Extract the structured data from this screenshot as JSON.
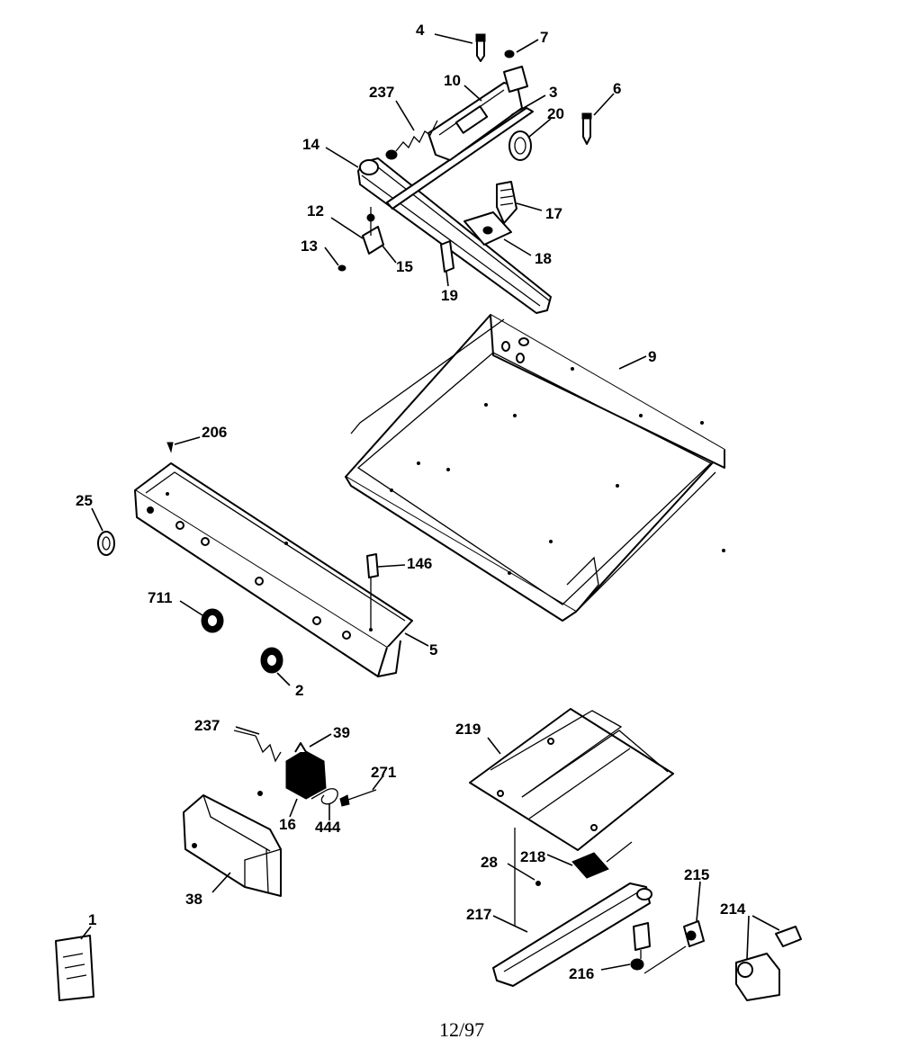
{
  "footer": {
    "date_code": "12/97"
  },
  "callouts": {
    "c4": "4",
    "c7": "7",
    "c10": "10",
    "c3": "3",
    "c237_top": "237",
    "c6": "6",
    "c20": "20",
    "c14": "14",
    "c17": "17",
    "c12": "12",
    "c13": "13",
    "c15_top": "15",
    "c18": "18",
    "c19": "19",
    "c9": "9",
    "c206": "206",
    "c25": "25",
    "c146": "146",
    "c711": "711",
    "c5": "5",
    "c2": "2",
    "c237_low": "237",
    "c39": "39",
    "c271": "271",
    "c16": "16",
    "c444": "444",
    "c38": "38",
    "c219": "219",
    "c218": "218",
    "c28": "28",
    "c215": "215",
    "c217": "217",
    "c214": "214",
    "c216": "216",
    "c1": "1"
  }
}
